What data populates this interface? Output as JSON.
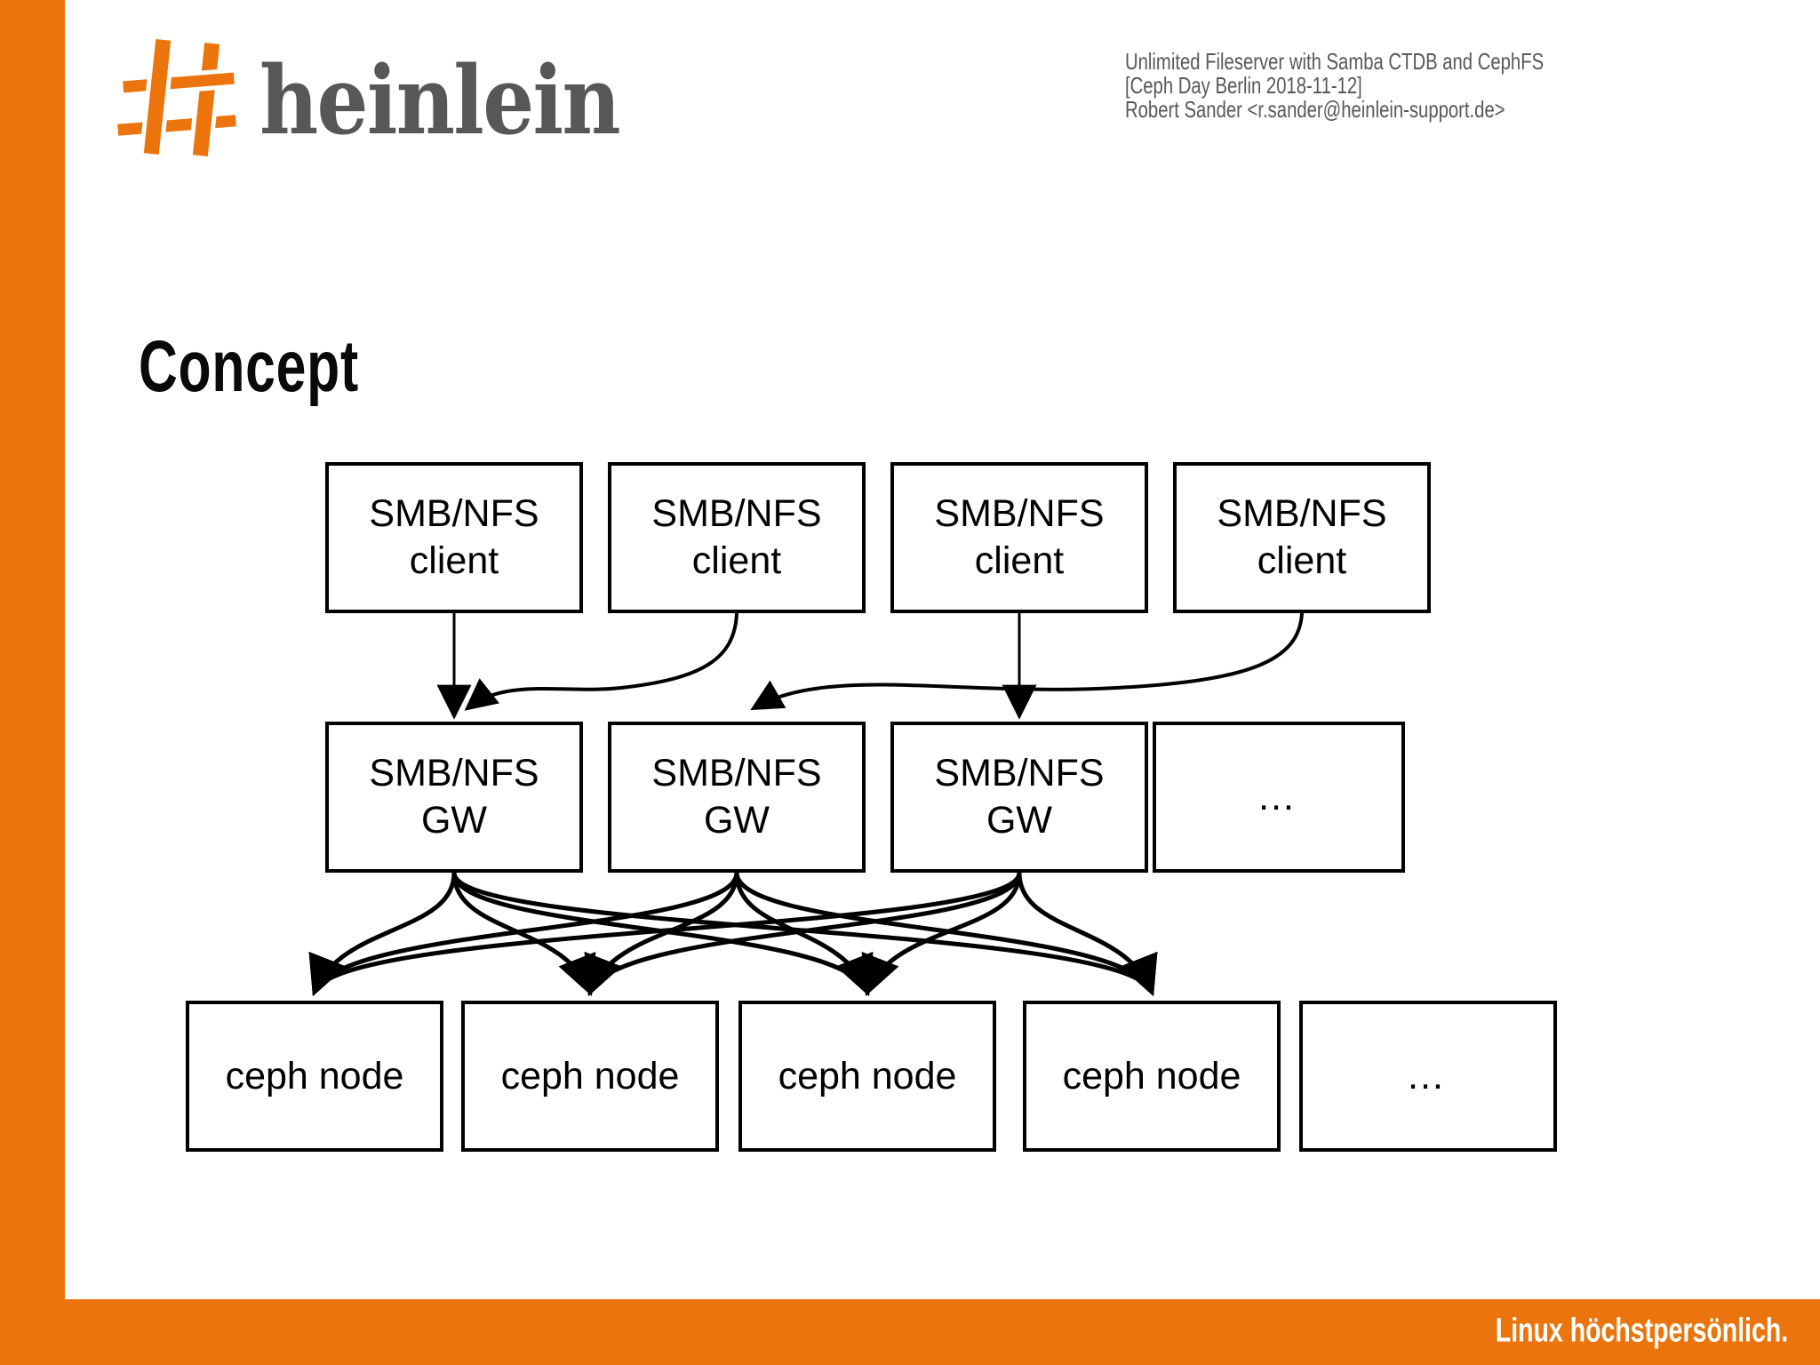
{
  "colors": {
    "accent": "#EB750C",
    "logo_text": "#575756",
    "meta_text": "#58585A",
    "box_border": "#000000"
  },
  "logo": {
    "brand": "heinlein"
  },
  "header": {
    "lines": [
      "Unlimited Fileserver with Samba CTDB and CephFS",
      "[Ceph Day Berlin 2018-11-12]",
      "Robert Sander <r.sander@heinlein-support.de>"
    ]
  },
  "title": "Concept",
  "footer": {
    "tagline": "Linux höchstpersönlich."
  },
  "diagram": {
    "clients": [
      {
        "line1": "SMB/NFS",
        "line2": "client"
      },
      {
        "line1": "SMB/NFS",
        "line2": "client"
      },
      {
        "line1": "SMB/NFS",
        "line2": "client"
      },
      {
        "line1": "SMB/NFS",
        "line2": "client"
      }
    ],
    "gateways": [
      {
        "line1": "SMB/NFS",
        "line2": "GW"
      },
      {
        "line1": "SMB/NFS",
        "line2": "GW"
      },
      {
        "line1": "SMB/NFS",
        "line2": "GW"
      },
      {
        "label": "…"
      }
    ],
    "ceph_nodes": [
      {
        "label": "ceph node"
      },
      {
        "label": "ceph node"
      },
      {
        "label": "ceph node"
      },
      {
        "label": "ceph node"
      },
      {
        "label": "…"
      }
    ],
    "connections": {
      "client_to_gateway": [
        [
          0,
          0
        ],
        [
          1,
          0
        ],
        [
          2,
          2
        ],
        [
          3,
          1
        ]
      ],
      "gateway_to_ceph": [
        [
          0,
          0
        ],
        [
          0,
          1
        ],
        [
          0,
          2
        ],
        [
          0,
          3
        ],
        [
          1,
          0
        ],
        [
          1,
          1
        ],
        [
          1,
          2
        ],
        [
          1,
          3
        ],
        [
          2,
          0
        ],
        [
          2,
          1
        ],
        [
          2,
          2
        ],
        [
          2,
          3
        ]
      ]
    }
  }
}
